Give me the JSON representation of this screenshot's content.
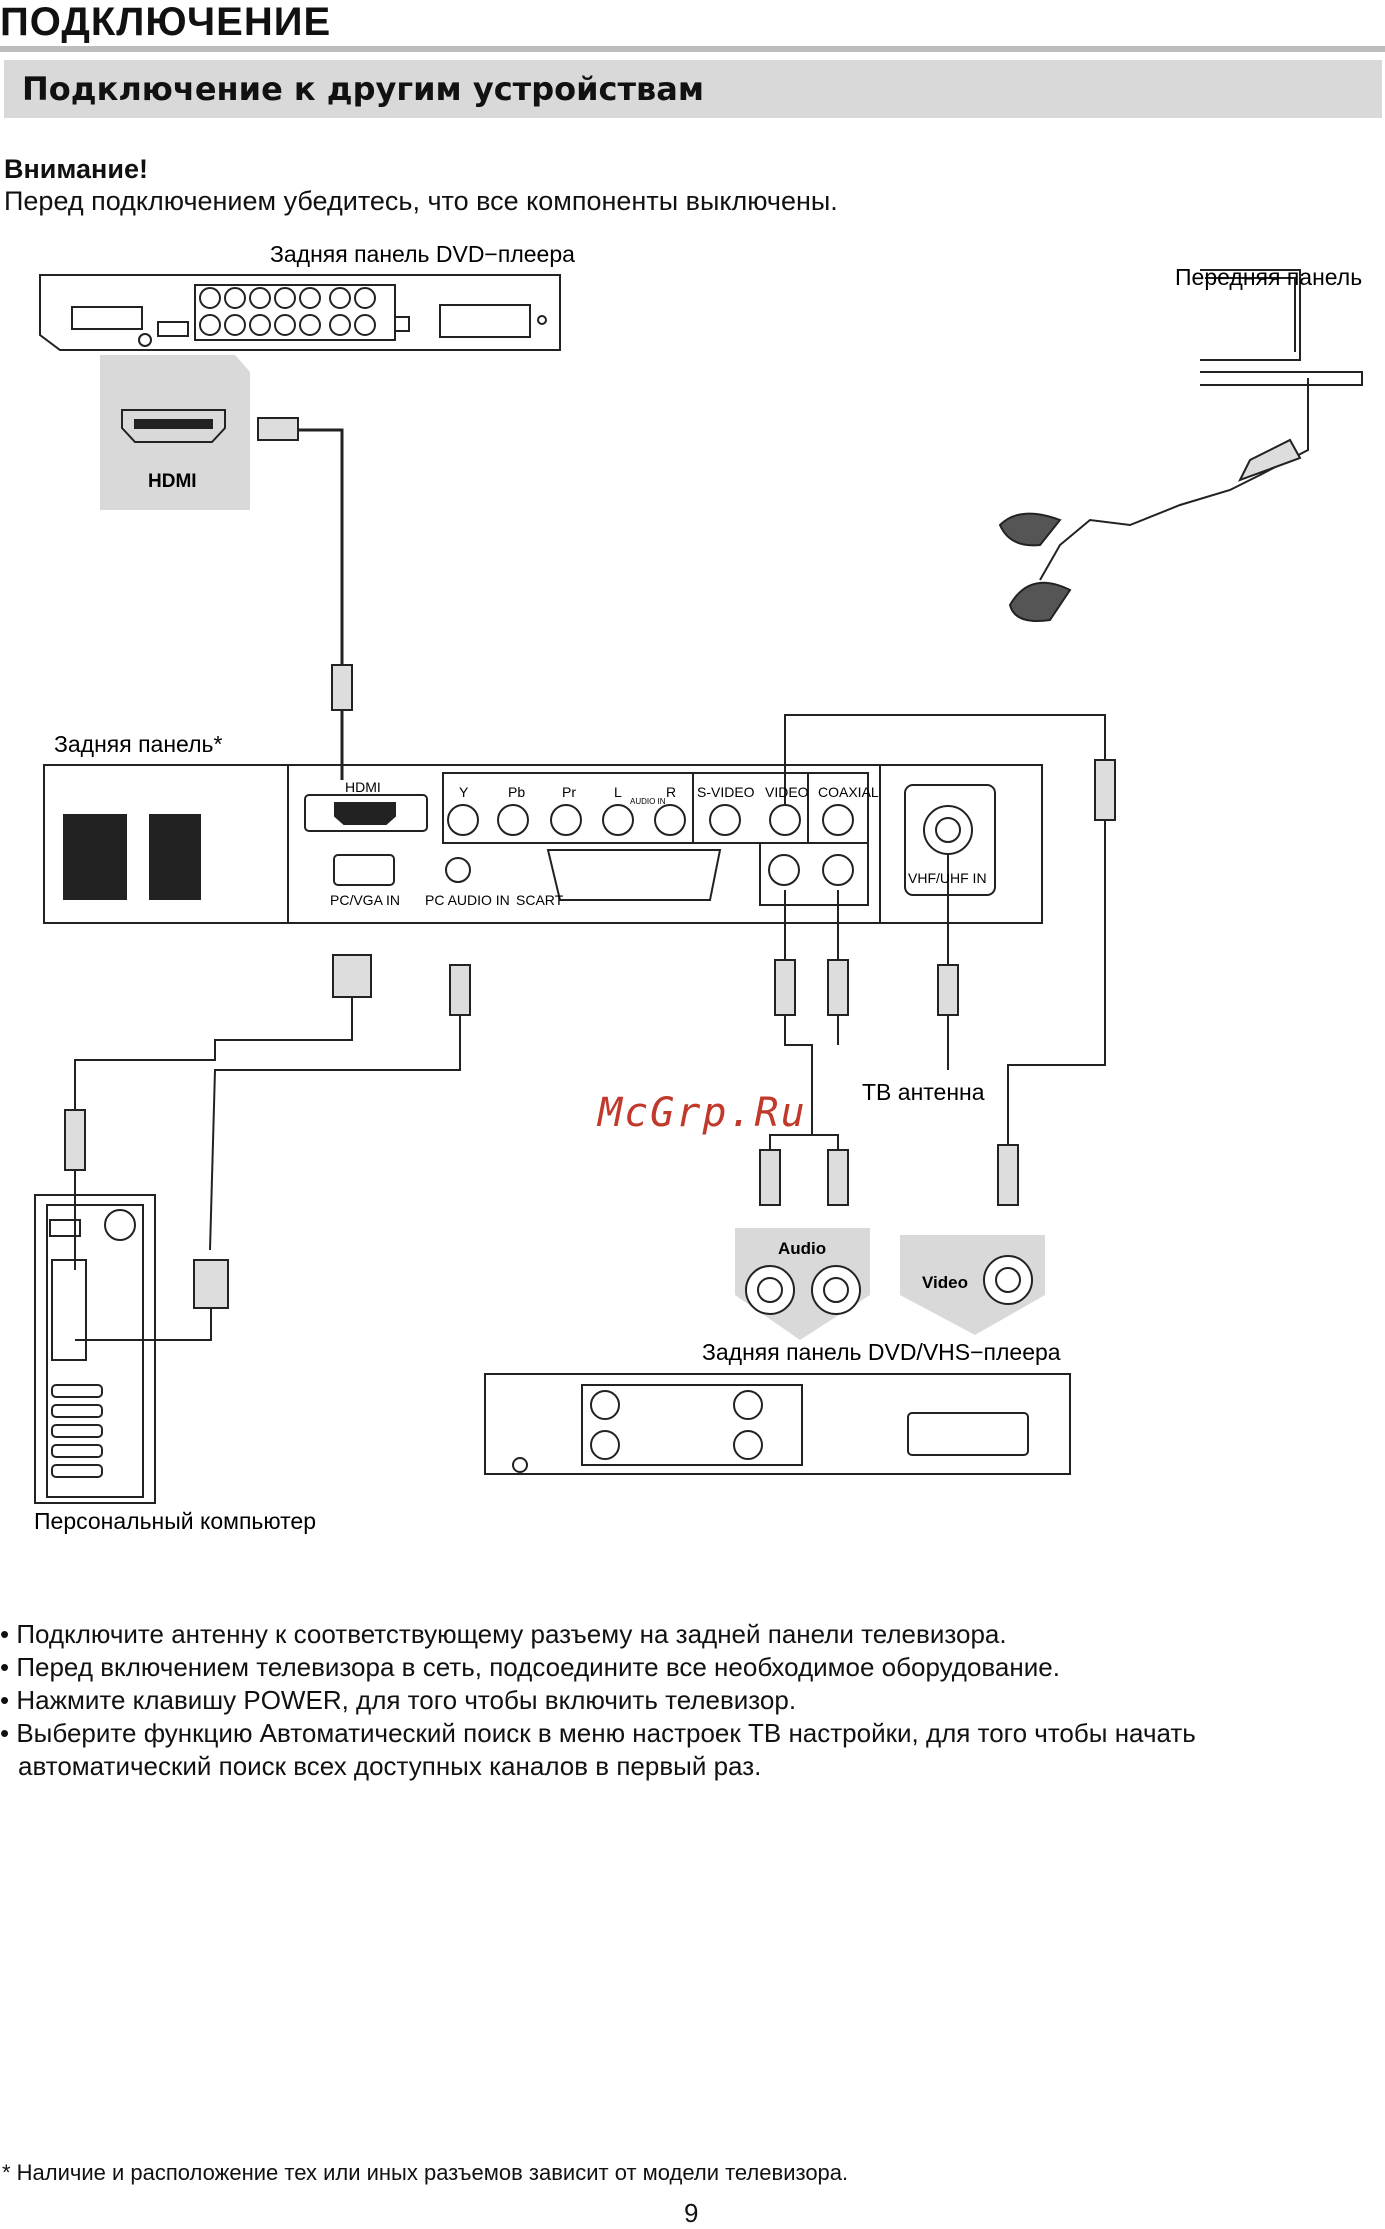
{
  "header": {
    "title": "ПОДКЛЮЧЕНИЕ",
    "subtitle": "Подключение к другим устройствам"
  },
  "warning": {
    "heading": "Внимание!",
    "text": "Перед подключением убедитесь, что все компоненты выключены."
  },
  "diagram": {
    "dvd_rear_label": "Задняя панель DVD−плеера",
    "front_panel_label": "Передняя панель",
    "tv_rear_label": "Задняя панель*",
    "hdmi_badge": "HDMI",
    "tv_ports": {
      "hdmi": "HDMI",
      "y": "Y",
      "pb": "Pb",
      "pr": "Pr",
      "l": "L",
      "audio_in": "AUDIO IN",
      "r": "R",
      "svideo": "S-VIDEO",
      "video": "VIDEO",
      "coaxial": "COAXIAL",
      "pcvga": "PC/VGA IN",
      "pcaudio": "PC AUDIO IN",
      "scart": "SCART",
      "vhf": "VHF/UHF IN"
    },
    "antenna_label": "ТВ антенна",
    "audio_badge": "Audio",
    "video_badge": "Video",
    "dvdvhs_label": "Задняя панель DVD/VHS−плеера",
    "pc_label": "Персональный компьютер"
  },
  "watermark": "McGrp.Ru",
  "bullets": [
    "• Подключите антенну к соответствующему разъему на задней панели телевизора.",
    "• Перед включением телевизора в сеть, подсоедините все необходимое оборудование.",
    "• Нажмите клавишу POWER, для того чтобы включить телевизор.",
    "• Выберите функцию Автоматический поиск в меню настроек ТВ настройки, для того чтобы начать автоматический поиск всех доступных каналов в первый раз."
  ],
  "footnote": "* Наличие и расположение тех или иных разъемов зависит от модели телевизора.",
  "page_number": "9",
  "colors": {
    "header_bar": "#d9d9d9",
    "watermark": "#c0392b"
  }
}
